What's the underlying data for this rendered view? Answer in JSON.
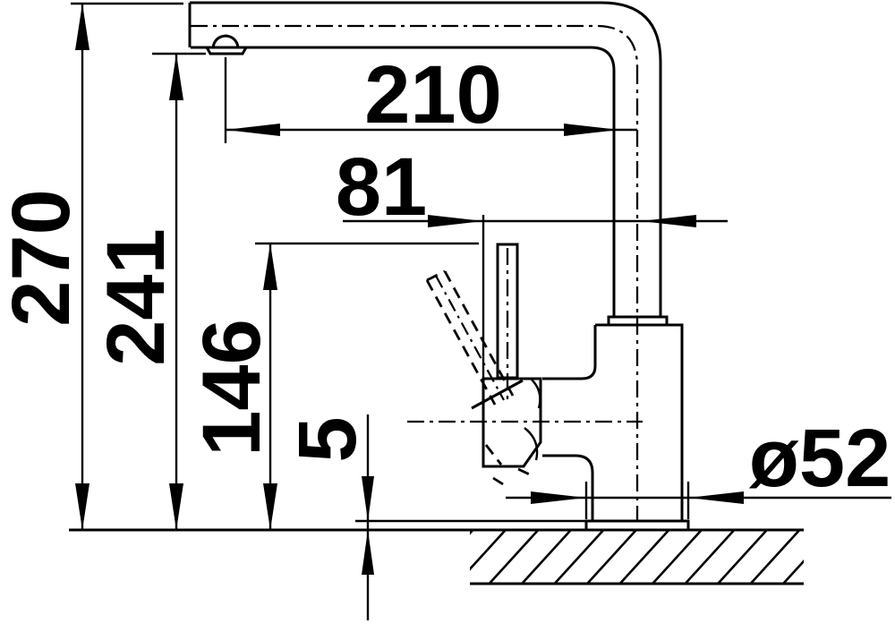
{
  "drawing": {
    "kind": "technical-dimension-drawing",
    "subject": "single-lever kitchen faucet, side elevation",
    "style": {
      "line_color": "#000000",
      "background_color": "#ffffff"
    },
    "dimensions": {
      "overall_height": {
        "label": "270"
      },
      "spout_outlet_height": {
        "label": "241"
      },
      "lever_top_height": {
        "label": "146"
      },
      "base_plate_thickness": {
        "label": "5"
      },
      "spout_reach": {
        "label": "210"
      },
      "lever_offset": {
        "label": "81"
      },
      "base_diameter": {
        "label": "ø52"
      }
    }
  }
}
